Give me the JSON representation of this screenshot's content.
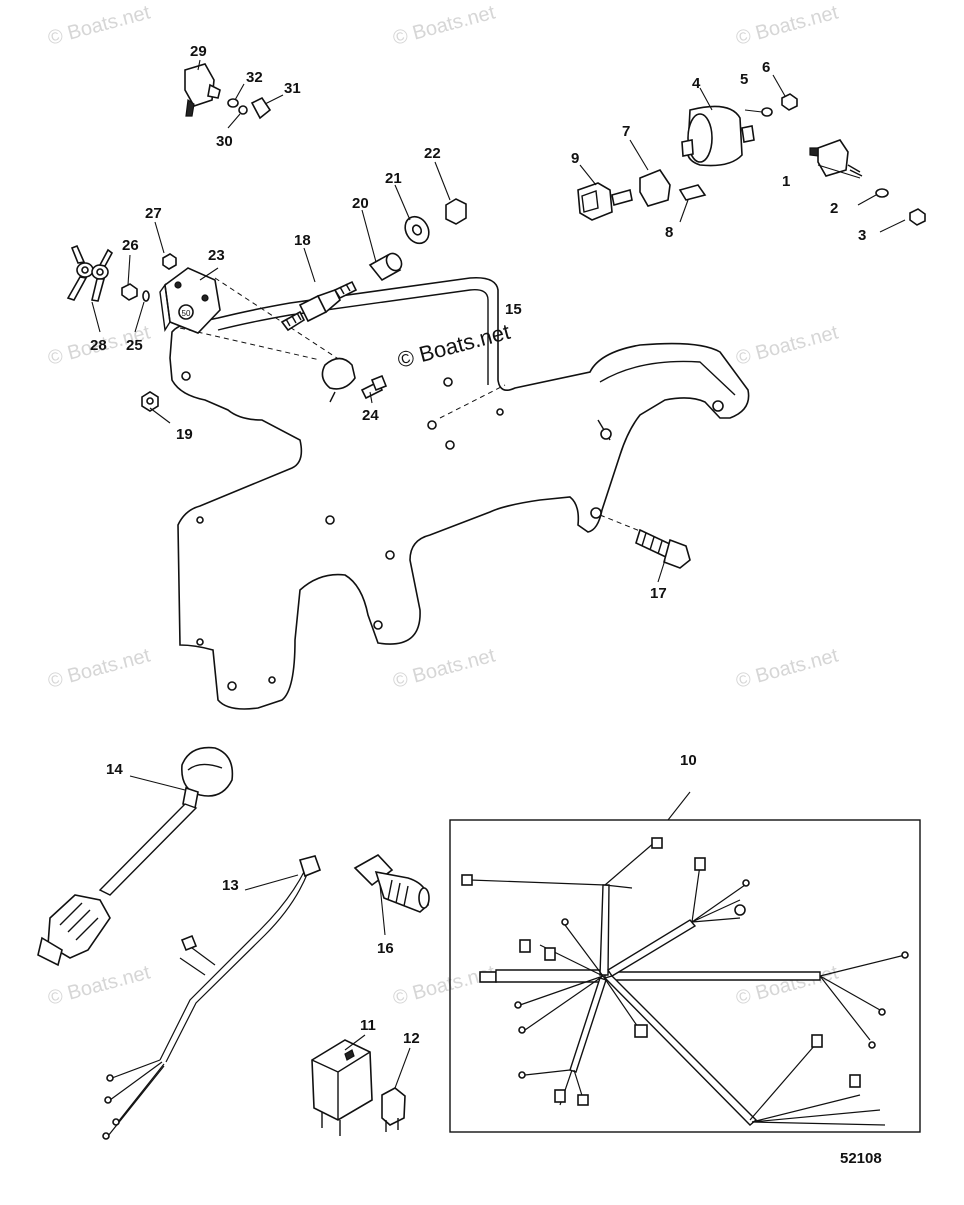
{
  "diagram": {
    "callouts": [
      "1",
      "2",
      "3",
      "4",
      "5",
      "6",
      "7",
      "8",
      "9",
      "10",
      "11",
      "12",
      "13",
      "14",
      "15",
      "16",
      "17",
      "18",
      "19",
      "20",
      "21",
      "22",
      "23",
      "24",
      "25",
      "26",
      "27",
      "28",
      "29",
      "30",
      "31",
      "32"
    ],
    "figure_id": "52108",
    "watermark": "© Boats.net",
    "center_watermark": "© Boats.net",
    "bracket_label_23": "50"
  }
}
